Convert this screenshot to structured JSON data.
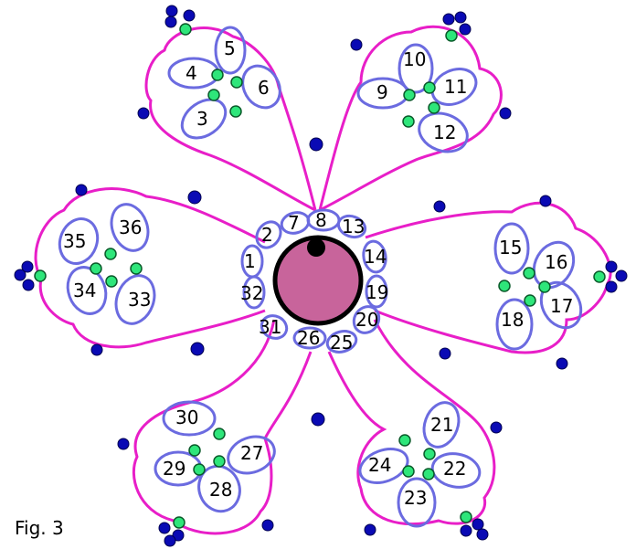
{
  "caption": "Fig. 3",
  "colors": {
    "background": "#ffffff",
    "outer_chain": "#e81ec8",
    "ring_outline": "#6b6be0",
    "picot_dot": "#0a0ab4",
    "join_dot": "#2ee67a",
    "center_fill": "#c8649b",
    "center_stroke": "#000000"
  },
  "center_ring_labels": [
    "1",
    "2",
    "7",
    "8",
    "13",
    "14",
    "19",
    "20",
    "25",
    "26",
    "31",
    "32"
  ],
  "flowers": [
    {
      "name": "top-left",
      "ring_labels": [
        "3",
        "4",
        "5",
        "6"
      ]
    },
    {
      "name": "top-right",
      "ring_labels": [
        "9",
        "10",
        "11",
        "12"
      ]
    },
    {
      "name": "right",
      "ring_labels": [
        "15",
        "16",
        "17",
        "18"
      ]
    },
    {
      "name": "bottom-right",
      "ring_labels": [
        "21",
        "22",
        "23",
        "24"
      ]
    },
    {
      "name": "bottom-left",
      "ring_labels": [
        "27",
        "28",
        "29",
        "30"
      ]
    },
    {
      "name": "left",
      "ring_labels": [
        "33",
        "34",
        "35",
        "36"
      ]
    }
  ]
}
